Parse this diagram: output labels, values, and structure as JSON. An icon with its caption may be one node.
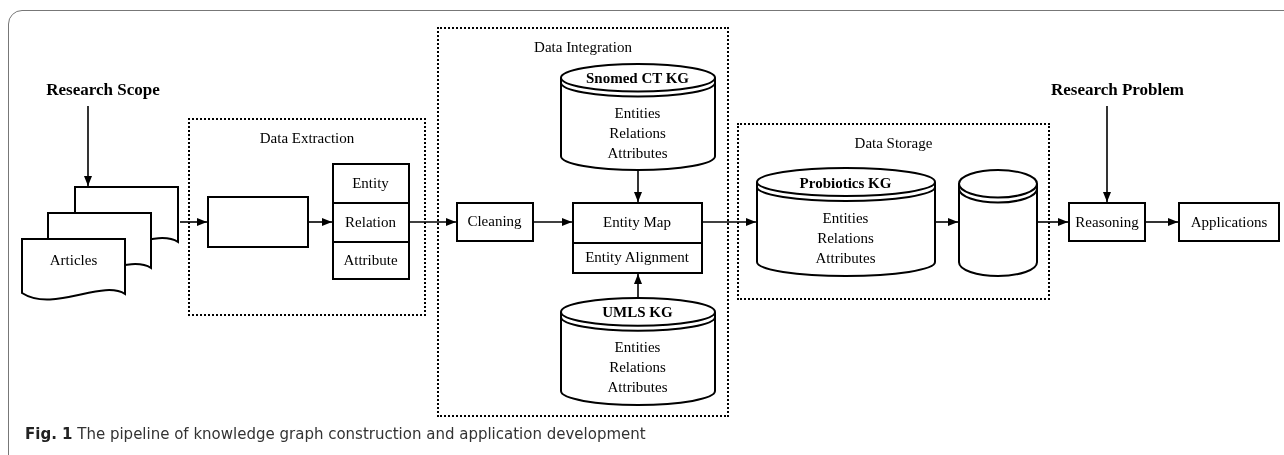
{
  "diagram": {
    "caption": "**Fig. 1** The pipeline of knowledge graph construction and application development",
    "nodes": [
      {
        "text": [
          "Research Scope"
        ]
      },
      {
        "text": [
          "Articles"
        ]
      },
      {
        "text": [
          "Data Extraction"
        ]
      },
      {
        "text": [],
        "shape": "box",
        "in": 2
      },
      {
        "text": [
          "Entity"
        ],
        "in": 2
      },
      {
        "text": [
          "Relation"
        ],
        "in": 2
      },
      {
        "text": [
          "Attribute"
        ],
        "in": 2
      },
      {
        "text": [
          "Data Integration"
        ]
      },
      {
        "text": [
          "Cleaning"
        ],
        "in": 7
      },
      {
        "text": [
          "Snomed CT KG",
          "Entities Relations Attributes"
        ],
        "in": 7
      },
      {
        "text": [
          "Entity Map"
        ],
        "in": 7
      },
      {
        "text": [
          "Entity Alignment"
        ],
        "in": 7
      },
      {
        "text": [
          "UMLS KG",
          "Entities Relations Attributes"
        ],
        "in": 7
      },
      {
        "text": [
          "Data Storage"
        ]
      },
      {
        "text": [
          "Probiotics KG",
          "Entities Relations Attributes"
        ],
        "in": 13
      },
      {
        "text": [],
        "shape": "cylinder",
        "in": 13
      },
      {
        "text": [
          "Research Problem"
        ]
      },
      {
        "text": [
          "Reasoning"
        ]
      },
      {
        "text": [
          "Applications"
        ]
      }
    ],
    "edges": [
      {
        "from": 0,
        "to": 1,
        "arrow": "to"
      },
      {
        "from": 1,
        "to": 3,
        "arrow": "to"
      },
      {
        "from": 3,
        "to": 5,
        "arrow": "to"
      },
      {
        "from": 5,
        "to": 8,
        "arrow": "to"
      },
      {
        "from": 8,
        "to": 10,
        "arrow": "to"
      },
      {
        "from": 9,
        "to": 10,
        "arrow": "to"
      },
      {
        "from": 12,
        "to": 11,
        "arrow": "to"
      },
      {
        "from": 10,
        "to": 14,
        "arrow": "to"
      },
      {
        "from": 14,
        "to": 15,
        "arrow": "to"
      },
      {
        "from": 15,
        "to": 17,
        "arrow": "to"
      },
      {
        "from": 16,
        "to": 17,
        "arrow": "to"
      },
      {
        "from": 17,
        "to": 18,
        "arrow": "to"
      }
    ]
  }
}
